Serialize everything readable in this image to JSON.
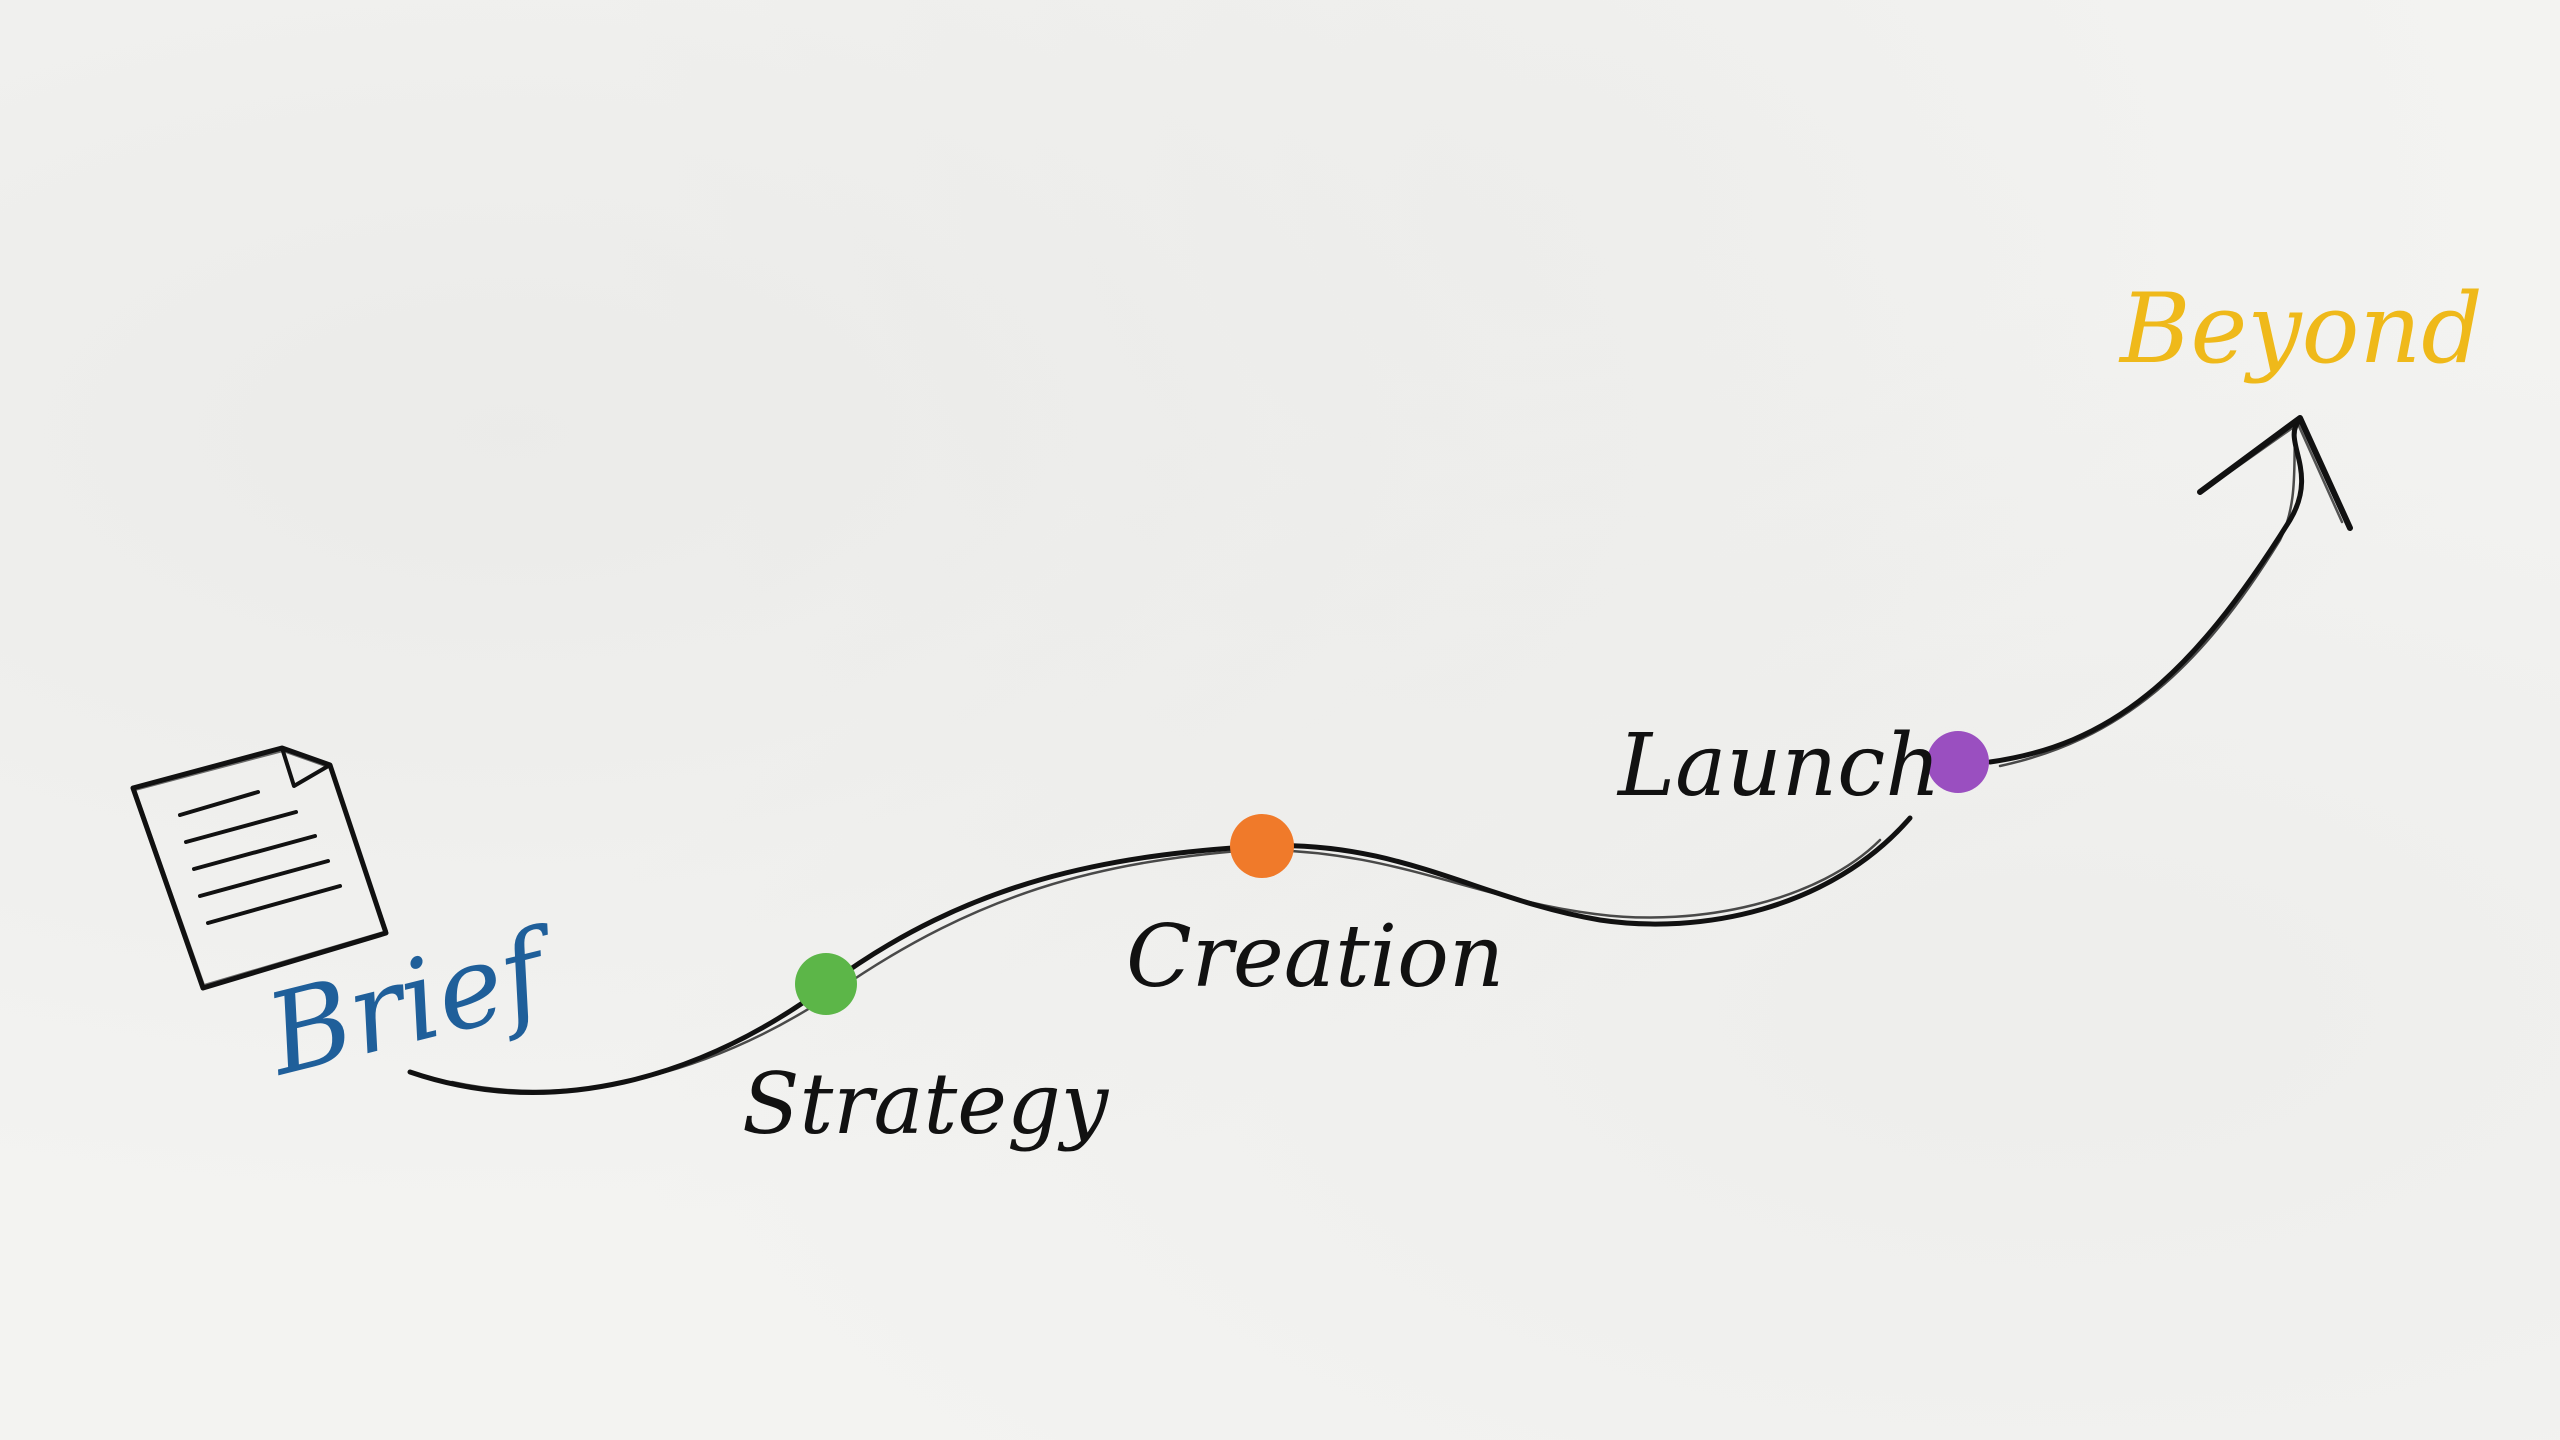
{
  "stages": [
    {
      "id": "brief",
      "label": "Brief",
      "color": "#1f5f9a"
    },
    {
      "id": "strategy",
      "label": "Strategy",
      "color": "#5cb648"
    },
    {
      "id": "creation",
      "label": "Creation",
      "color": "#f07a2a"
    },
    {
      "id": "launch",
      "label": "Launch",
      "color": "#9a4fc0"
    },
    {
      "id": "beyond",
      "label": "Beyond",
      "color": "#efb91a"
    }
  ],
  "icons": {
    "document": "document-icon",
    "arrow": "arrow-head-icon"
  },
  "colors": {
    "ink": "#111111",
    "paper": "#f3f3f1"
  }
}
